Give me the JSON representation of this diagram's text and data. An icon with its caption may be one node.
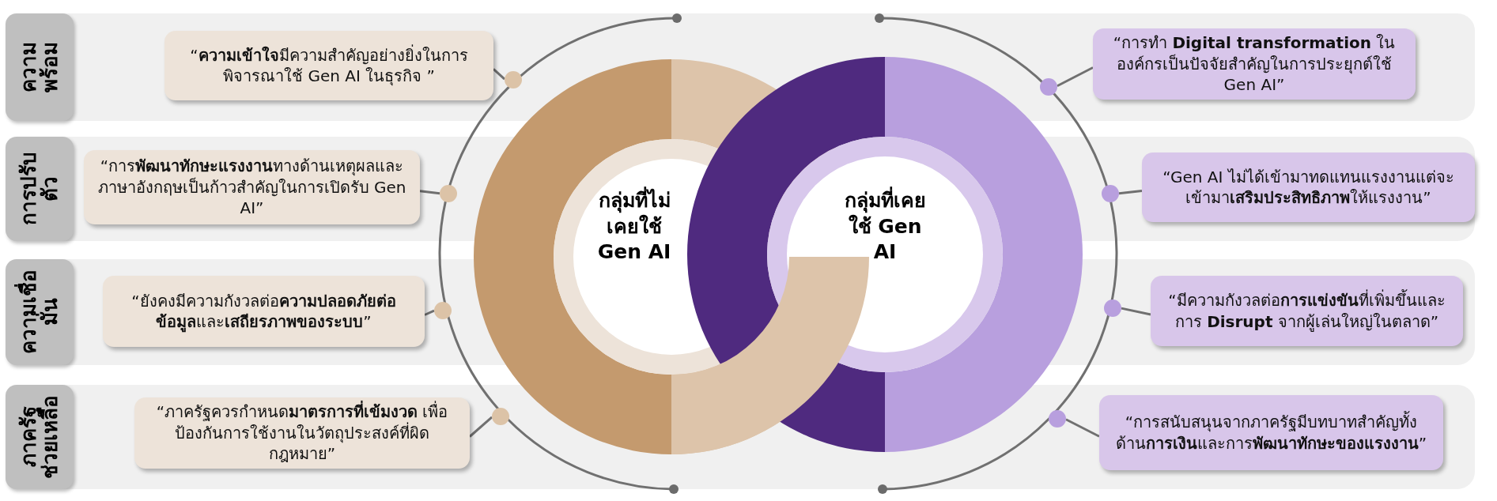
{
  "diagram": {
    "nodes": [
      {
        "text": [
          "ความพร้อม"
        ]
      },
      {
        "text": [
          "การปรับตัว"
        ]
      },
      {
        "text": [
          "ความเชื่อมั่น"
        ]
      },
      {
        "text": [
          "ภาครัฐช่วยเหลือ"
        ]
      },
      {
        "text": [
          "“**ความเข้าใจ**มีความสำคัญอย่างยิ่งในการพิจารณาใช้ Gen AI ในธุรกิจ ”"
        ]
      },
      {
        "text": [
          "“การ**พัฒนาทักษะแรงงาน**ทางด้านเหตุผลและภาษาอังกฤษเป็นก้าวสำคัญในการเปิดรับ Gen AI”"
        ]
      },
      {
        "text": [
          "“ยังคงมีความกังวลต่อ**ความปลอดภัยต่อข้อมูล**และ**เสถียรภาพของระบบ**”"
        ]
      },
      {
        "text": [
          "“ภาครัฐควรกำหนด**มาตรการที่เข้มงวด** เพื่อป้องกันการใช้งานในวัตถุประสงค์ที่ผิดกฎหมาย”"
        ]
      },
      {
        "text": [
          "“การทำ **Digital transformation** ในองค์กรเป็นปัจจัยสำคัญในการประยุกต์ใช้ Gen AI”"
        ]
      },
      {
        "text": [
          "“Gen AI ไม่ได้เข้ามาทดแทนแรงงานแต่จะเข้ามา**เสริมประสิทธิภาพ**ให้แรงงาน”"
        ]
      },
      {
        "text": [
          "“มีความกังวลต่อ**การแข่งขัน**ที่เพิ่มขึ้นและการ **Disrupt** จากผู้เล่นใหญ่ในตลาด”"
        ]
      },
      {
        "text": [
          "“การสนับสนุนจากภาครัฐมีบทบาทสำคัญทั้งด้าน**การเงิน**และการ**พัฒนาทักษะของแรงงาน**”"
        ]
      },
      {
        "text": [
          "กลุ่มที่ไม่เคยใช้ Gen AI"
        ]
      },
      {
        "text": [
          "กลุ่มที่เคยใช้ Gen AI"
        ]
      },
      {
        "text": [],
        "shape": "circle"
      },
      {
        "text": [],
        "shape": "circle"
      },
      {
        "text": [],
        "shape": "circle"
      },
      {
        "text": [],
        "shape": "circle"
      },
      {
        "text": [],
        "shape": "circle"
      },
      {
        "text": [],
        "shape": "circle"
      },
      {
        "text": [],
        "shape": "circle"
      },
      {
        "text": [],
        "shape": "circle"
      }
    ],
    "edges": [
      {
        "from": 4,
        "to": 14,
        "arrow": "none"
      },
      {
        "from": 5,
        "to": 15,
        "arrow": "none"
      },
      {
        "from": 6,
        "to": 16,
        "arrow": "none"
      },
      {
        "from": 7,
        "to": 17,
        "arrow": "none"
      },
      {
        "from": 8,
        "to": 18,
        "arrow": "none"
      },
      {
        "from": 9,
        "to": 19,
        "arrow": "none"
      },
      {
        "from": 10,
        "to": 20,
        "arrow": "none"
      },
      {
        "from": 11,
        "to": 21,
        "arrow": "none"
      }
    ]
  }
}
